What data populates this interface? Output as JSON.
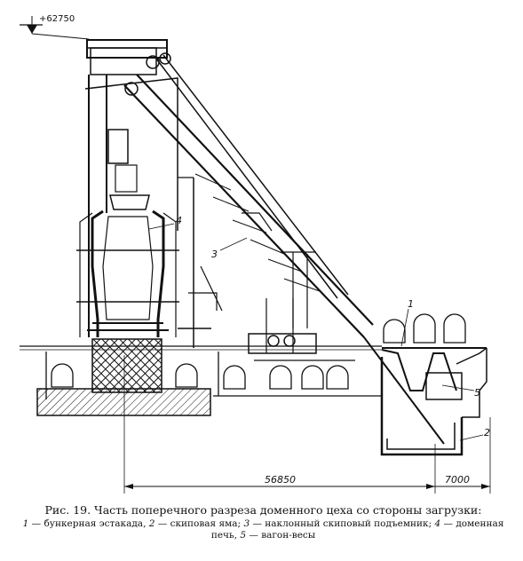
{
  "elevation_mark": "+62750",
  "dimensions": {
    "main_span": "56850",
    "right_span": "7000"
  },
  "labels": {
    "l1": "1",
    "l2": "2",
    "l3": "3",
    "l4": "4",
    "l5": "5"
  },
  "caption": {
    "title": "Рис. 19. Часть поперечного разреза доменного цеха со стороны загрузки:",
    "legend": [
      {
        "num": "1",
        "text": " — бункерная эстакада, "
      },
      {
        "num": "2",
        "text": " — скиповая яма; "
      },
      {
        "num": "3",
        "text": " — наклонный скиповый подъемник; "
      },
      {
        "num": "4",
        "text": " — доменная печь, "
      },
      {
        "num": "5",
        "text": " — вагон-весы"
      }
    ]
  }
}
